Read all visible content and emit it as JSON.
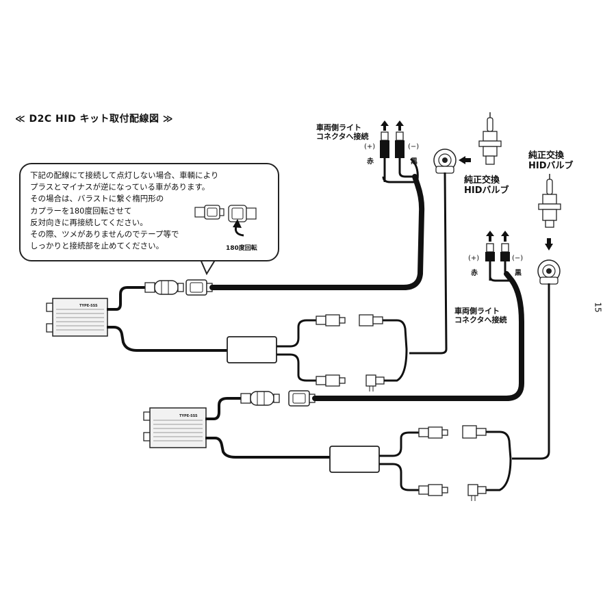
{
  "title": "≪ D2C HID キット取付配線図 ≫",
  "note": {
    "lines": [
      "下記の配線にて接続して点灯しない場合、車輌により",
      "プラスとマイナスが逆になっている車があります。",
      "その場合は、バラストに繋ぐ楕円形の",
      "カプラーを180度回転させて",
      "反対向きに再接続してください。",
      "その際、ツメがありませんのでテープ等で",
      "しっかりと接続部を止めてください。"
    ],
    "rotation_label": "180度回転"
  },
  "top_circuit": {
    "vehicle_connector_line1": "車両側ライト",
    "vehicle_connector_line2": "コネクタへ接続",
    "plus": "(+)",
    "minus": "(−)",
    "red": "赤",
    "black": "黒",
    "bulb_line1": "純正交換",
    "bulb_line2": "HIDバルブ",
    "ballast_label": "TYPE-SSS"
  },
  "bottom_circuit": {
    "vehicle_connector_line1": "車両側ライト",
    "vehicle_connector_line2": "コネクタへ接続",
    "plus": "(+)",
    "minus": "(−)",
    "red": "赤",
    "black": "黒",
    "bulb_line1": "純正交換",
    "bulb_line2": "HIDバルブ",
    "ballast_label": "TYPE-SSS"
  },
  "page_number": "15",
  "colors": {
    "wire": "#111111",
    "outline": "#222222",
    "ballast_fill": "#f2f2f2"
  }
}
